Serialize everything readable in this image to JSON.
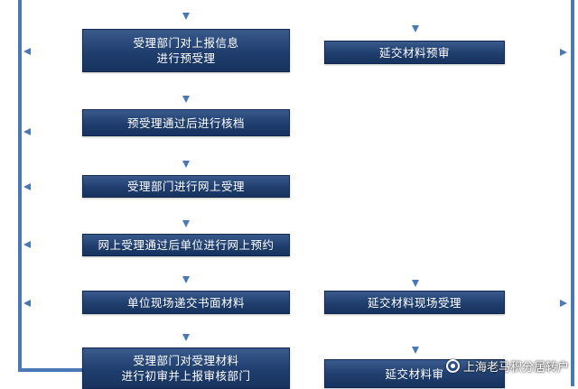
{
  "left_column": [
    {
      "id": "l1",
      "text": "受理部门对上报信息\n进行预受理"
    },
    {
      "id": "l2",
      "text": "预受理通过后进行核档"
    },
    {
      "id": "l3",
      "text": "受理部门进行网上受理"
    },
    {
      "id": "l4",
      "text": "网上受理通过后单位进行网上预约"
    },
    {
      "id": "l5",
      "text": "单位现场递交书面材料"
    },
    {
      "id": "l6",
      "text": "受理部门对受理材料\n进行初审并上报审核部门"
    }
  ],
  "right_column": [
    {
      "id": "r1",
      "text": "延交材料预审"
    },
    {
      "id": "r2",
      "text": "延交材料现场受理"
    },
    {
      "id": "r3",
      "text": "延交材料审"
    }
  ],
  "watermark": {
    "text": "上海老马积分居转户"
  },
  "colors": {
    "box": "#1f3e6e",
    "arrow": "#4a78b5",
    "rail": "#4a78b5"
  }
}
